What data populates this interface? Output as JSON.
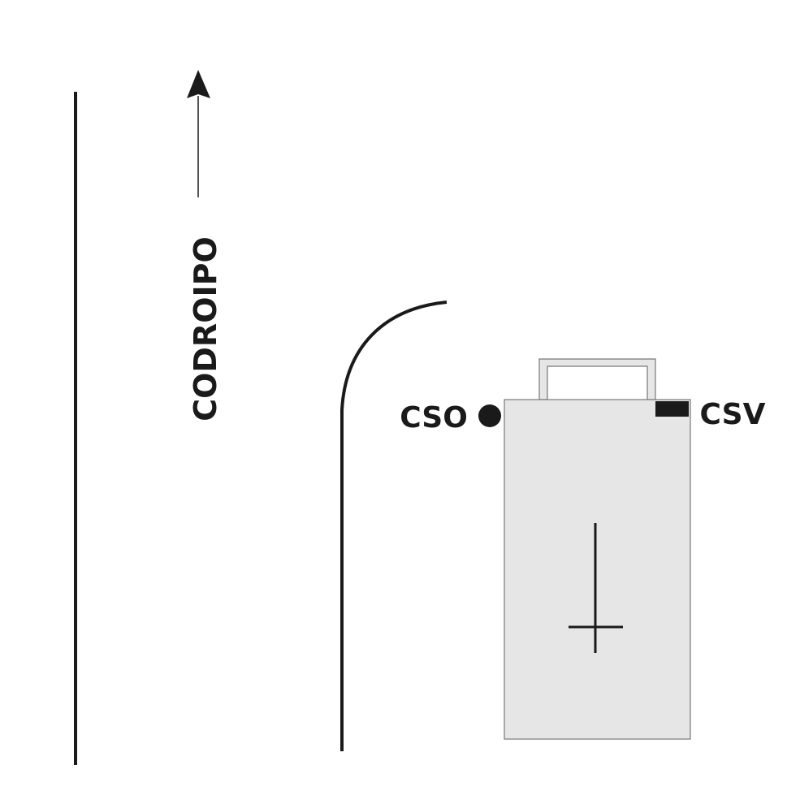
{
  "direction_label": "CODROIPO",
  "labels": {
    "cso": "CSO",
    "csv": "CSV"
  },
  "colors": {
    "ink": "#1a1a1a",
    "building_fill": "#e6e6e6",
    "building_stroke": "#777777"
  }
}
